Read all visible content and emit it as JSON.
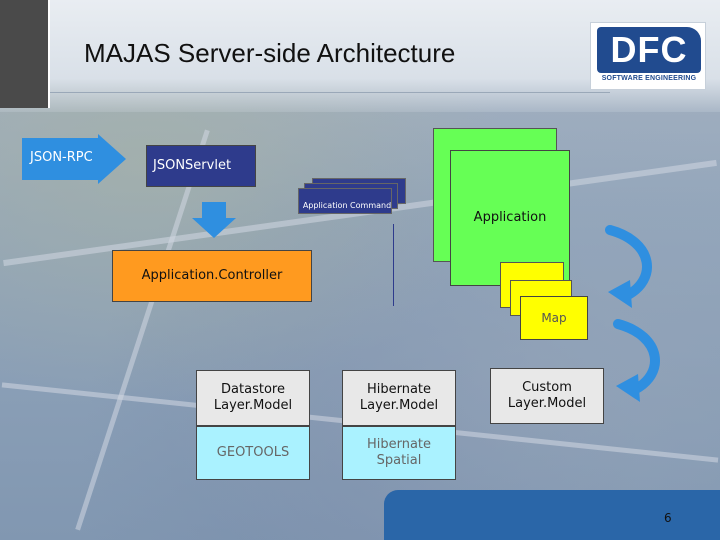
{
  "slide": {
    "title": "MAJAS Server-side Architecture",
    "page_number": "6"
  },
  "logo": {
    "name": "DFC",
    "tagline": "SOFTWARE ENGINEERING"
  },
  "nodes": {
    "json_rpc": "JSON-RPC",
    "json_servlet": "JSONServlet",
    "application_command": "Application Command",
    "application_controller": "Application.Controller",
    "application": "Application",
    "map": "Map",
    "datastore_layer_model": "Datastore Layer.Model",
    "hibernate_layer_model": "Hibernate Layer.Model",
    "custom_layer_model": "Custom Layer.Model",
    "geotools": "GEOTOOLS",
    "hibernate_spatial": "Hibernate Spatial"
  },
  "colors": {
    "servlet": "#2e3b8c",
    "controller": "#ff9a1f",
    "application": "#66ff55",
    "map": "#ffff00",
    "layer_model": "#e8e8e8",
    "library": "#aaf2ff",
    "arrow": "#2f8fe0"
  }
}
